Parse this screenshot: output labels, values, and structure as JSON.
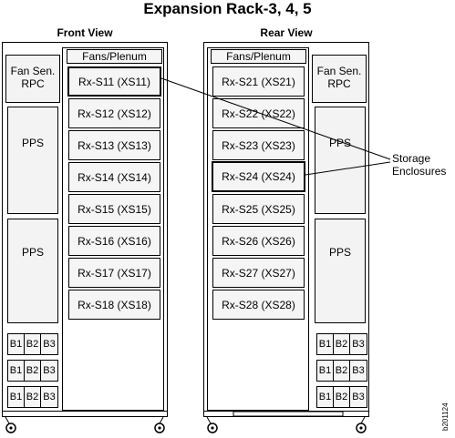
{
  "title": "Expansion Rack-3, 4, 5",
  "front": {
    "label": "Front View",
    "fans": "Fans/Plenum",
    "fan_sen": [
      "Fan Sen.",
      "RPC"
    ],
    "pps": [
      "PPS",
      "PPS"
    ],
    "slots": [
      "Rx-S11 (XS11)",
      "Rx-S12 (XS12)",
      "Rx-S13 (XS13)",
      "Rx-S14 (XS14)",
      "Rx-S15 (XS15)",
      "Rx-S16 (XS16)",
      "Rx-S17 (XS17)",
      "Rx-S18 (XS18)"
    ],
    "batteries": [
      [
        "B1",
        "B2",
        "B3"
      ],
      [
        "B1",
        "B2",
        "B3"
      ],
      [
        "B1",
        "B2",
        "B3"
      ]
    ]
  },
  "rear": {
    "label": "Rear View",
    "fans": "Fans/Plenum",
    "fan_sen": [
      "Fan Sen.",
      "RPC"
    ],
    "pps": [
      "PPS",
      "PPS"
    ],
    "slots": [
      "Rx-S21 (XS21)",
      "Rx-S22 (XS22)",
      "Rx-S23 (XS23)",
      "Rx-S24 (XS24)",
      "Rx-S25 (XS25)",
      "Rx-S26 (XS26)",
      "Rx-S27 (XS27)",
      "Rx-S28 (XS28)"
    ],
    "batteries": [
      [
        "B1",
        "B2",
        "B3"
      ],
      [
        "B1",
        "B2",
        "B3"
      ],
      [
        "B1",
        "B2",
        "B3"
      ]
    ]
  },
  "callout": [
    "Storage",
    "Enclosures"
  ],
  "figure_id": "b201124"
}
